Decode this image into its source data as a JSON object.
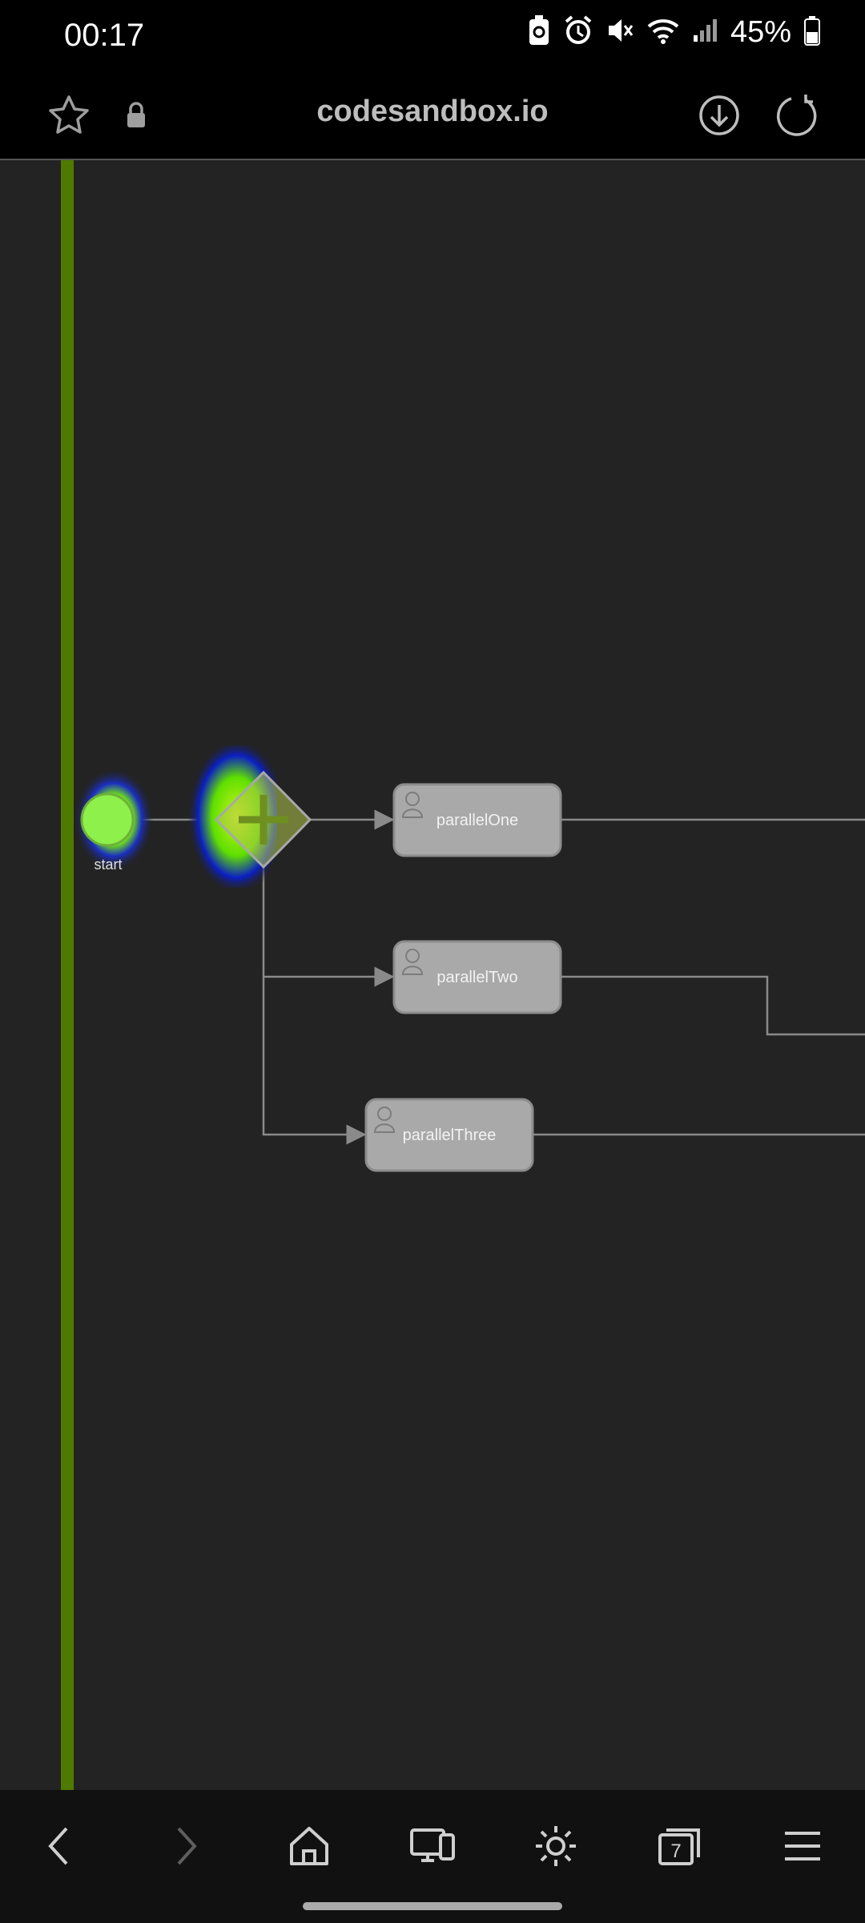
{
  "status_bar": {
    "time": "00:17",
    "battery": "45%",
    "icons": [
      "battery-saver-icon",
      "alarm-icon",
      "mute-icon",
      "wifi-icon",
      "signal-icon",
      "battery-icon"
    ]
  },
  "address_bar": {
    "url": "codesandbox.io",
    "icons": [
      "star-icon",
      "lock-icon",
      "download-icon",
      "reload-icon"
    ]
  },
  "diagram": {
    "start_label": "start",
    "tasks": [
      "parallelOne",
      "parallelTwo",
      "parallelThree"
    ],
    "colors": {
      "background": "#232323",
      "lane": "#4f7a00",
      "node_fill": "#a9a9a9",
      "heat_green": "#7CFC00",
      "heat_blue": "#0a16c8"
    }
  },
  "bottom_nav": {
    "icons": [
      "back-icon",
      "forward-icon",
      "home-icon",
      "desktop-view-icon",
      "brightness-icon",
      "tabs-icon",
      "menu-icon"
    ],
    "tabs_count": "7"
  }
}
